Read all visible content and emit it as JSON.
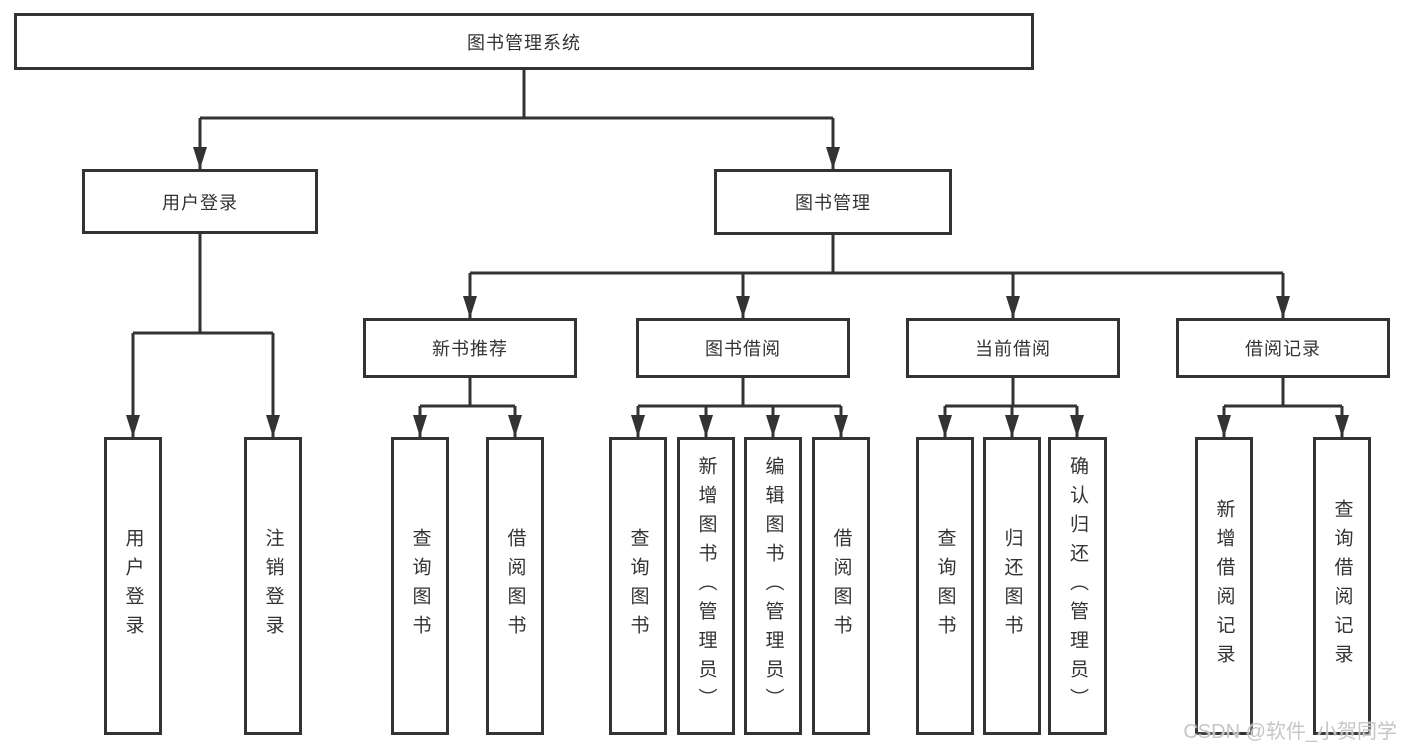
{
  "tree": {
    "root": {
      "label": "图书管理系统",
      "children": [
        {
          "label": "用户登录",
          "children": [
            {
              "label": "用户登录"
            },
            {
              "label": "注销登录"
            }
          ]
        },
        {
          "label": "图书管理",
          "children": [
            {
              "label": "新书推荐",
              "children": [
                {
                  "label": "查询图书"
                },
                {
                  "label": "借阅图书"
                }
              ]
            },
            {
              "label": "图书借阅",
              "children": [
                {
                  "label": "查询图书"
                },
                {
                  "label": "新增图书（管理员）"
                },
                {
                  "label": "编辑图书（管理员）"
                },
                {
                  "label": "借阅图书"
                }
              ]
            },
            {
              "label": "当前借阅",
              "children": [
                {
                  "label": "查询图书"
                },
                {
                  "label": "归还图书"
                },
                {
                  "label": "确认归还（管理员）"
                }
              ]
            },
            {
              "label": "借阅记录",
              "children": [
                {
                  "label": "新增借阅记录"
                },
                {
                  "label": "查询借阅记录"
                }
              ]
            }
          ]
        }
      ]
    }
  },
  "watermark": {
    "text": "CSDN @软件_小贺同学"
  },
  "colors": {
    "line": "#333333",
    "box_border": "#333333",
    "text": "#333333",
    "watermark": "#c6c6c6",
    "background": "#ffffff"
  }
}
